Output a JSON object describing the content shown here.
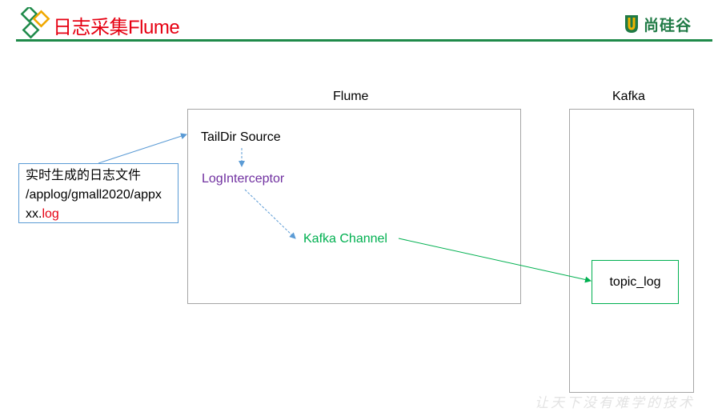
{
  "header": {
    "title": "日志采集Flume",
    "brand_name": "尚硅谷",
    "logo_icon": "diamond-logo-icon",
    "brand_icon": "u-shield-icon",
    "accent_color": "#1f8a4a",
    "title_color": "#e60012"
  },
  "diagram": {
    "flume_label": "Flume",
    "kafka_label": "Kafka",
    "source": "TailDir Source",
    "interceptor": "LogInterceptor",
    "channel": "Kafka Channel",
    "topic": "topic_log",
    "log_file": {
      "line1": "实时生成的日志文件",
      "line2": "/applog/gmall2020/appx",
      "line3_prefix": "xx.",
      "line3_ext": "log"
    }
  },
  "footer": {
    "slogan": "让天下没有难学的技术"
  }
}
